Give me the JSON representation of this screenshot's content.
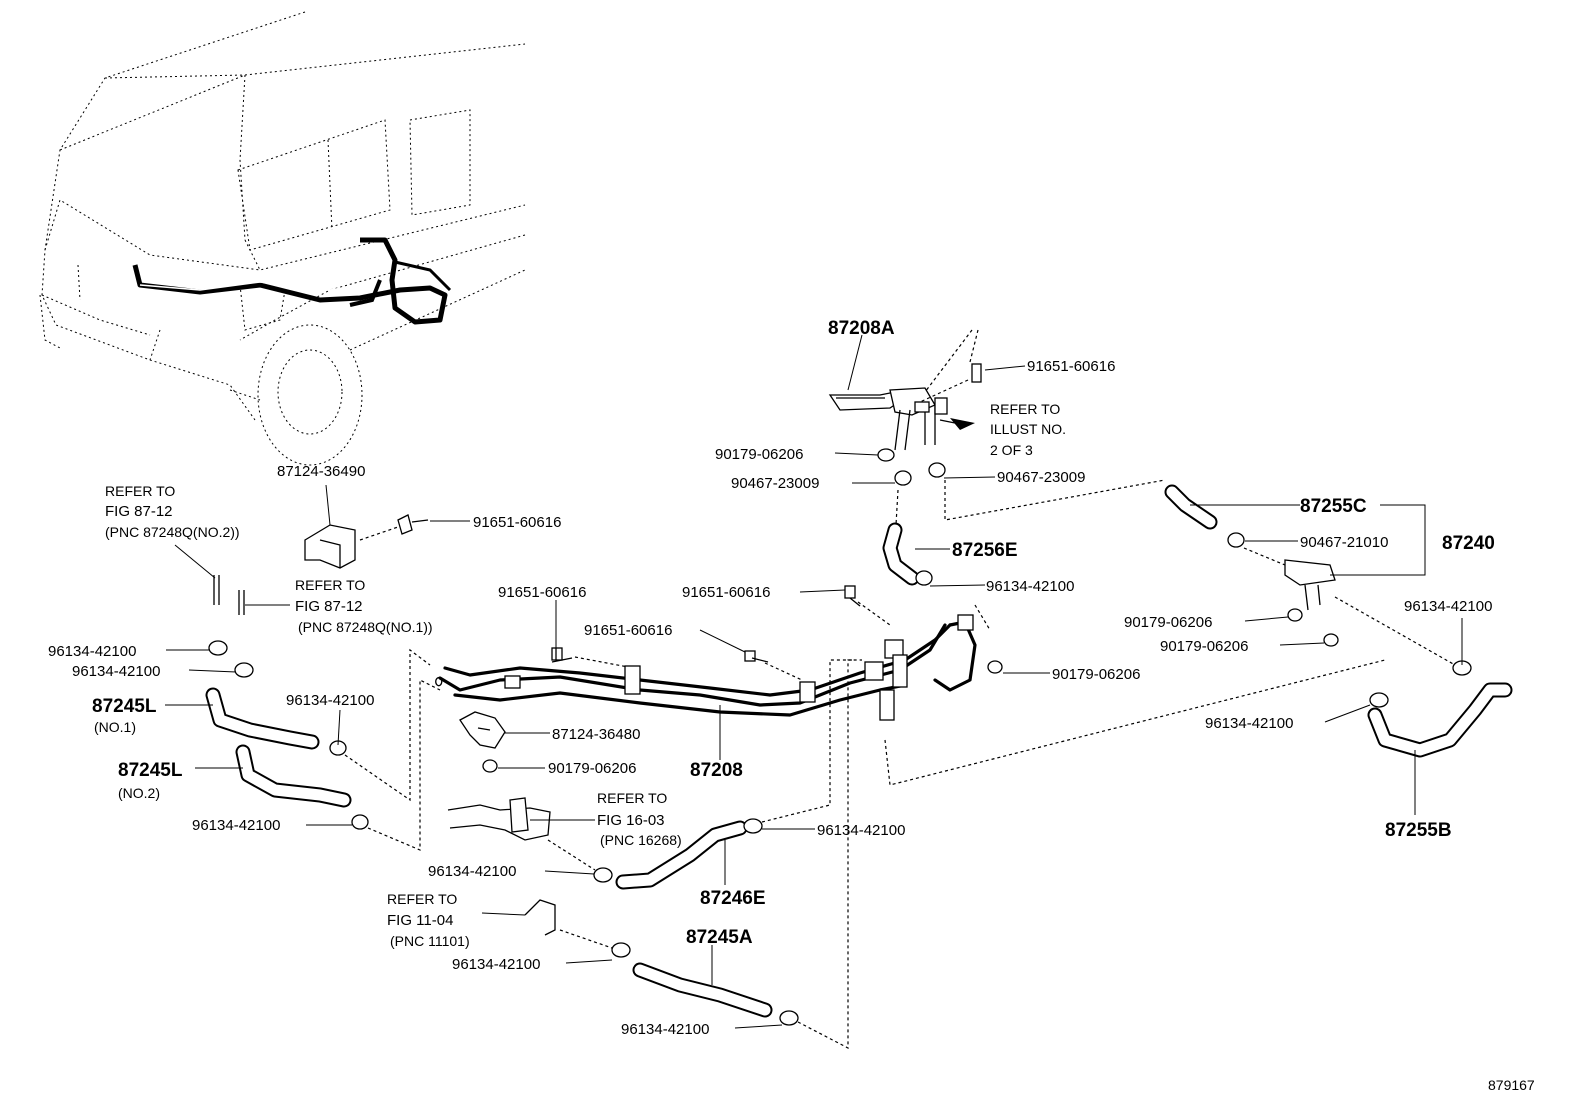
{
  "figure_id": "879167",
  "callouts": {
    "c87208A": "87208A",
    "c91651_top": "91651-60616",
    "ref_illust_1": "REFER TO",
    "ref_illust_2": "ILLUST NO.",
    "ref_illust_3": "2 OF 3",
    "c90179_top": "90179-06206",
    "c90467_left": "90467-23009",
    "c90467_right": "90467-23009",
    "c87124_36490": "87124-36490",
    "c91651_clip": "91651-60616",
    "ref_a_1": "REFER TO",
    "ref_a_2": "FIG 87-12",
    "ref_a_3": "(PNC 87248Q(NO.2))",
    "ref_b_1": "REFER TO",
    "ref_b_2": "FIG 87-12",
    "ref_b_3": "(PNC 87248Q(NO.1))",
    "c96134_a": "96134-42100",
    "c96134_b": "96134-42100",
    "c87245L_1": "87245L",
    "no1": "(NO.1)",
    "c87245L_2": "87245L",
    "no2": "(NO.2)",
    "c96134_c": "96134-42100",
    "c96134_d": "96134-42100",
    "c91651_mid1": "91651-60616",
    "c91651_mid2": "91651-60616",
    "c91651_mid3": "91651-60616",
    "c87256E": "87256E",
    "c96134_e": "96134-42100",
    "c87255C": "87255C",
    "c90467_21010": "90467-21010",
    "c87240": "87240",
    "c96134_f": "96134-42100",
    "c90179_r1": "90179-06206",
    "c90179_r2": "90179-06206",
    "c90179_mid": "90179-06206",
    "c96134_g": "96134-42100",
    "c87255B": "87255B",
    "c87124_36480": "87124-36480",
    "c90179_low": "90179-06206",
    "c87208": "87208",
    "ref_c_1": "REFER TO",
    "ref_c_2": "FIG 16-03",
    "ref_c_3": "(PNC 16268)",
    "c96134_h": "96134-42100",
    "c96134_i": "96134-42100",
    "c87246E": "87246E",
    "ref_d_1": "REFER TO",
    "ref_d_2": "FIG 11-04",
    "ref_d_3": "(PNC 11101)",
    "c87245A": "87245A",
    "c96134_j": "96134-42100",
    "c96134_k": "96134-42100"
  }
}
